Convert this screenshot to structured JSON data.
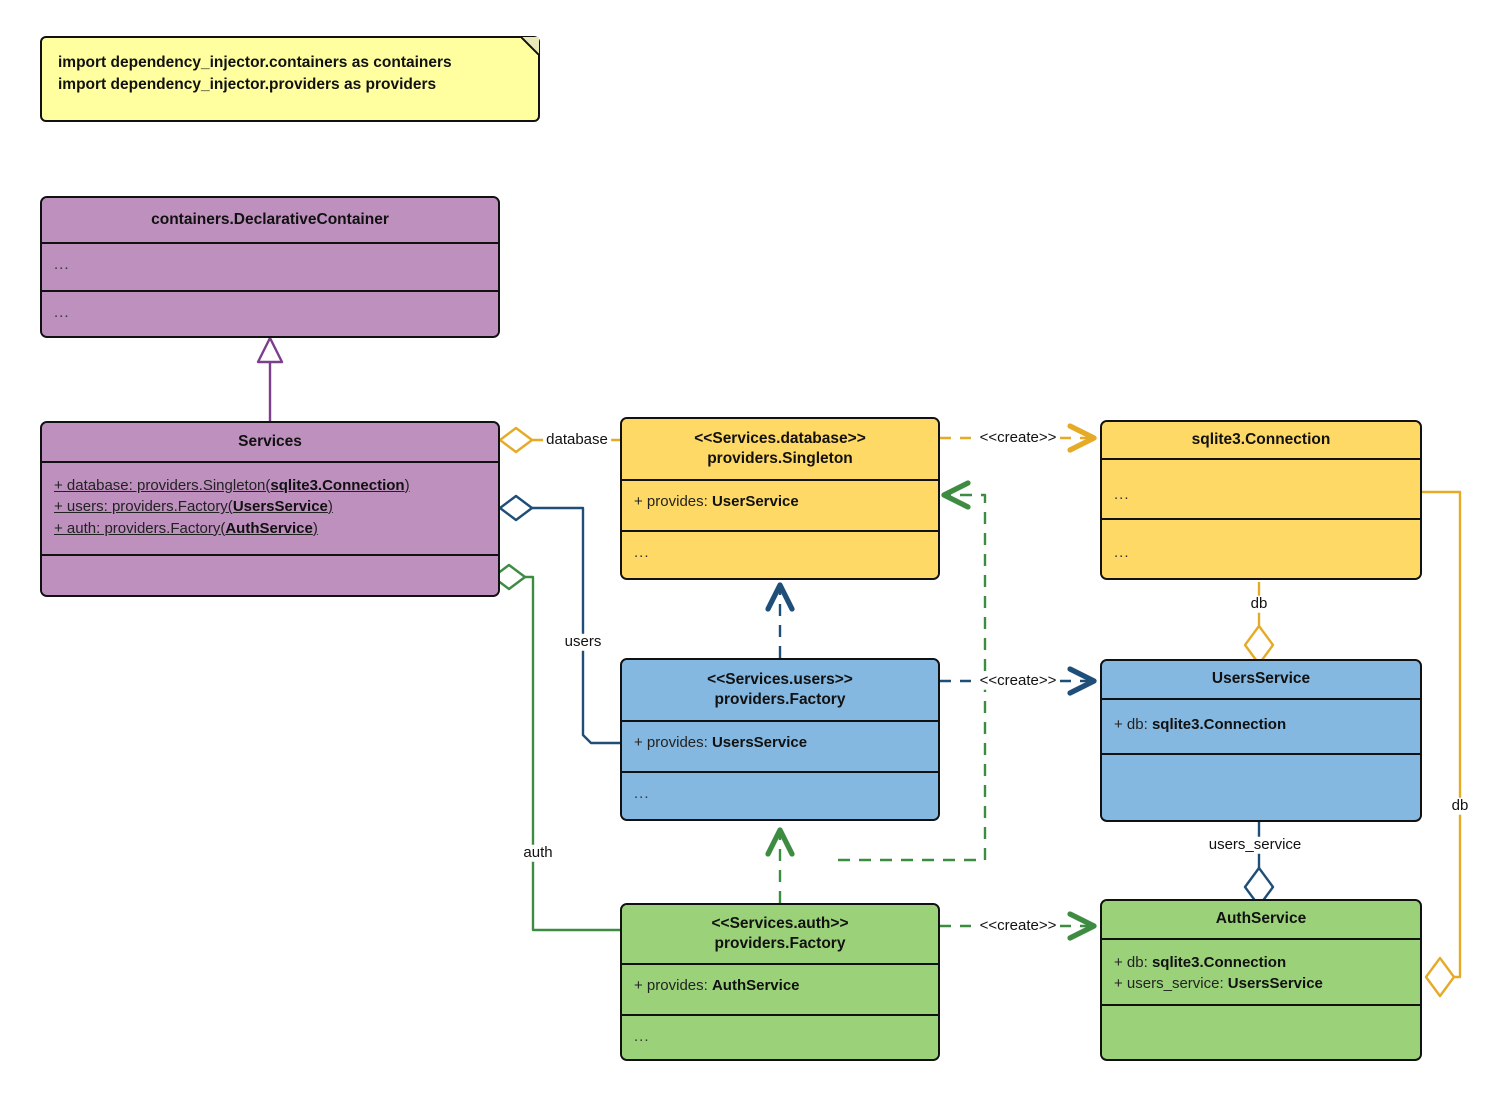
{
  "diagram": {
    "title": "dependency_injector UML class diagram",
    "note": {
      "text": "import dependency_injector.containers as containers\nimport dependency_injector.providers as providers"
    },
    "colors": {
      "purple": "#bd90bd",
      "yellow": "#ffd965",
      "blue": "#85b8e0",
      "green": "#9bd279",
      "note": "#ffffa0",
      "yellow_edge": "#e5ab27",
      "blue_edge": "#1f4e79",
      "green_edge": "#3e8b42",
      "purple_edge": "#7b3f8c",
      "outline": "#111111"
    },
    "classes": {
      "declarative_container": {
        "title": "containers.DeclarativeContainer",
        "attributes": "...",
        "methods": "..."
      },
      "services": {
        "title": "Services",
        "attributes": [
          "+ database: providers.Singleton(sqlite3.Connection)",
          "+ users: providers.Factory(UsersService)",
          "+ auth: providers.Factory(AuthService)"
        ],
        "attributes_parts": [
          {
            "plain": "+ database: providers.Singleton(",
            "bold": "sqlite3.Connection",
            "tail": ")"
          },
          {
            "plain": "+ users: providers.Factory(",
            "bold": "UsersService",
            "tail": ")"
          },
          {
            "plain": "+ auth: providers.Factory(",
            "bold": "AuthService",
            "tail": ")"
          }
        ],
        "methods": ""
      },
      "database_provider": {
        "stereotype": "<<Services.database>>",
        "title": "providers.Singleton",
        "attribute_plain": "+ provides: ",
        "attribute_bold": "UserService",
        "methods": "..."
      },
      "users_provider": {
        "stereotype": "<<Services.users>>",
        "title": "providers.Factory",
        "attribute_plain": "+ provides: ",
        "attribute_bold": "UsersService",
        "methods": "..."
      },
      "auth_provider": {
        "stereotype": "<<Services.auth>>",
        "title": "providers.Factory",
        "attribute_plain": "+ provides: ",
        "attribute_bold": "AuthService",
        "methods": "..."
      },
      "sqlite_connection": {
        "title": "sqlite3.Connection",
        "attributes": "...",
        "methods": "..."
      },
      "users_service": {
        "title": "UsersService",
        "attribute_plain": "+ db: ",
        "attribute_bold": "sqlite3.Connection",
        "methods": ""
      },
      "auth_service": {
        "title": "AuthService",
        "attribute1_plain": "+ db: ",
        "attribute1_bold": "sqlite3.Connection",
        "attribute2_plain": "+ users_service: ",
        "attribute2_bold": "UsersService",
        "methods": ""
      }
    },
    "edges": {
      "database_label": "database",
      "users_label": "users",
      "auth_label": "auth",
      "create_database": "<<create>>",
      "create_users": "<<create>>",
      "create_auth": "<<create>>",
      "db_users_service": "db",
      "users_service_auth": "users_service",
      "db_auth_service": "db"
    }
  }
}
